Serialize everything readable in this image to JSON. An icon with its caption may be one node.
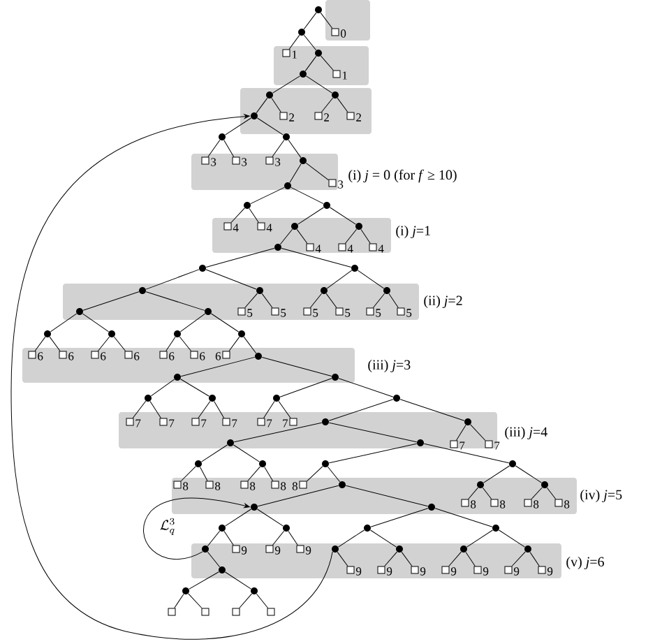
{
  "diagram": {
    "nodes": [
      {
        "text": [],
        "shape": "circle"
      },
      {
        "text": [],
        "shape": "circle"
      },
      {
        "text": [],
        "shape": "box",
        "beside": [
          "0"
        ]
      },
      {
        "text": [],
        "shape": "box",
        "beside": [
          "1"
        ]
      },
      {
        "text": [],
        "shape": "circle"
      },
      {
        "text": [],
        "shape": "circle"
      },
      {
        "text": [],
        "shape": "box",
        "beside": [
          "1"
        ]
      },
      {
        "text": [],
        "shape": "circle"
      },
      {
        "text": [],
        "shape": "circle"
      },
      {
        "text": [],
        "shape": "circle"
      },
      {
        "text": [],
        "shape": "box",
        "beside": [
          "2"
        ]
      },
      {
        "text": [],
        "shape": "box",
        "beside": [
          "2"
        ]
      },
      {
        "text": [],
        "shape": "box",
        "beside": [
          "2"
        ]
      },
      {
        "text": [],
        "shape": "circle"
      },
      {
        "text": [],
        "shape": "circle"
      },
      {
        "text": [],
        "shape": "box",
        "beside": [
          "3"
        ]
      },
      {
        "text": [],
        "shape": "box",
        "beside": [
          "3"
        ]
      },
      {
        "text": [],
        "shape": "box",
        "beside": [
          "3"
        ]
      },
      {
        "text": [],
        "shape": "circle"
      },
      {
        "text": [],
        "shape": "circle"
      },
      {
        "text": [],
        "shape": "box",
        "beside": [
          "3"
        ]
      },
      {
        "text": [],
        "shape": "circle"
      },
      {
        "text": [],
        "shape": "circle"
      },
      {
        "text": [],
        "shape": "box",
        "beside": [
          "4"
        ]
      },
      {
        "text": [],
        "shape": "box",
        "beside": [
          "4"
        ]
      },
      {
        "text": [],
        "shape": "circle"
      },
      {
        "text": [],
        "shape": "circle"
      },
      {
        "text": [],
        "shape": "circle"
      },
      {
        "text": [],
        "shape": "box",
        "beside": [
          "4"
        ]
      },
      {
        "text": [],
        "shape": "box",
        "beside": [
          "4"
        ]
      },
      {
        "text": [],
        "shape": "box",
        "beside": [
          "4"
        ]
      },
      {
        "text": [],
        "shape": "circle"
      },
      {
        "text": [],
        "shape": "circle"
      },
      {
        "text": [],
        "shape": "circle"
      },
      {
        "text": [],
        "shape": "circle"
      },
      {
        "text": [],
        "shape": "circle"
      },
      {
        "text": [],
        "shape": "circle"
      },
      {
        "text": [],
        "shape": "box",
        "beside": [
          "5"
        ]
      },
      {
        "text": [],
        "shape": "box",
        "beside": [
          "5"
        ]
      },
      {
        "text": [],
        "shape": "box",
        "beside": [
          "5"
        ]
      },
      {
        "text": [],
        "shape": "box",
        "beside": [
          "5"
        ]
      },
      {
        "text": [],
        "shape": "box",
        "beside": [
          "5"
        ]
      },
      {
        "text": [],
        "shape": "box",
        "beside": [
          "5"
        ]
      },
      {
        "text": [],
        "shape": "circle"
      },
      {
        "text": [],
        "shape": "circle"
      },
      {
        "text": [],
        "shape": "circle"
      },
      {
        "text": [],
        "shape": "circle"
      },
      {
        "text": [],
        "shape": "circle"
      },
      {
        "text": [],
        "shape": "circle"
      },
      {
        "text": [],
        "shape": "box",
        "beside": [
          "6"
        ]
      },
      {
        "text": [],
        "shape": "box",
        "beside": [
          "6"
        ]
      },
      {
        "text": [],
        "shape": "box",
        "beside": [
          "6"
        ]
      },
      {
        "text": [],
        "shape": "box",
        "beside": [
          "6"
        ]
      },
      {
        "text": [],
        "shape": "box",
        "beside": [
          "6"
        ]
      },
      {
        "text": [],
        "shape": "box",
        "beside": [
          "6"
        ]
      },
      {
        "text": [],
        "shape": "box",
        "beside": [
          "6"
        ]
      },
      {
        "text": [],
        "shape": "circle"
      },
      {
        "text": [],
        "shape": "circle"
      },
      {
        "text": [],
        "shape": "circle"
      },
      {
        "text": [],
        "shape": "circle"
      },
      {
        "text": [],
        "shape": "circle"
      },
      {
        "text": [],
        "shape": "circle"
      },
      {
        "text": [],
        "shape": "circle"
      },
      {
        "text": [],
        "shape": "box",
        "beside": [
          "7"
        ]
      },
      {
        "text": [],
        "shape": "box",
        "beside": [
          "7"
        ]
      },
      {
        "text": [],
        "shape": "box",
        "beside": [
          "7"
        ]
      },
      {
        "text": [],
        "shape": "box",
        "beside": [
          "7"
        ]
      },
      {
        "text": [],
        "shape": "box",
        "beside": [
          "7"
        ]
      },
      {
        "text": [],
        "shape": "box",
        "beside": [
          "7"
        ]
      },
      {
        "text": [],
        "shape": "circle"
      },
      {
        "text": [],
        "shape": "circle"
      },
      {
        "text": [],
        "shape": "box",
        "beside": [
          "7"
        ]
      },
      {
        "text": [],
        "shape": "box",
        "beside": [
          "7"
        ]
      },
      {
        "text": [],
        "shape": "circle"
      },
      {
        "text": [],
        "shape": "circle"
      },
      {
        "text": [],
        "shape": "circle"
      },
      {
        "text": [],
        "shape": "circle"
      },
      {
        "text": [],
        "shape": "circle"
      },
      {
        "text": [],
        "shape": "circle"
      },
      {
        "text": [],
        "shape": "box",
        "beside": [
          "8"
        ]
      },
      {
        "text": [],
        "shape": "box",
        "beside": [
          "8"
        ]
      },
      {
        "text": [],
        "shape": "box",
        "beside": [
          "8"
        ]
      },
      {
        "text": [],
        "shape": "box",
        "beside": [
          "8"
        ]
      },
      {
        "text": [],
        "shape": "box",
        "beside": [
          "8"
        ]
      },
      {
        "text": [],
        "shape": "circle"
      },
      {
        "text": [],
        "shape": "circle"
      },
      {
        "text": [],
        "shape": "circle"
      },
      {
        "text": [],
        "shape": "box",
        "beside": [
          "8"
        ]
      },
      {
        "text": [],
        "shape": "box",
        "beside": [
          "8"
        ]
      },
      {
        "text": [],
        "shape": "box",
        "beside": [
          "8"
        ]
      },
      {
        "text": [],
        "shape": "box",
        "beside": [
          "8"
        ]
      },
      {
        "text": [],
        "shape": "circle"
      },
      {
        "text": [],
        "shape": "circle"
      },
      {
        "text": [],
        "shape": "circle"
      },
      {
        "text": [],
        "shape": "circle"
      },
      {
        "text": [],
        "shape": "circle"
      },
      {
        "text": [],
        "shape": "circle"
      },
      {
        "text": [],
        "shape": "circle"
      },
      {
        "text": [],
        "shape": "box",
        "beside": [
          "9"
        ]
      },
      {
        "text": [],
        "shape": "box",
        "beside": [
          "9"
        ]
      },
      {
        "text": [],
        "shape": "box",
        "beside": [
          "9"
        ]
      },
      {
        "text": [],
        "shape": "circle"
      },
      {
        "text": [],
        "shape": "circle"
      },
      {
        "text": [],
        "shape": "circle"
      },
      {
        "text": [],
        "shape": "circle"
      },
      {
        "text": [],
        "shape": "box",
        "beside": [
          "9"
        ]
      },
      {
        "text": [],
        "shape": "box",
        "beside": [
          "9"
        ]
      },
      {
        "text": [],
        "shape": "box",
        "beside": [
          "9"
        ]
      },
      {
        "text": [],
        "shape": "box",
        "beside": [
          "9"
        ]
      },
      {
        "text": [],
        "shape": "box",
        "beside": [
          "9"
        ]
      },
      {
        "text": [],
        "shape": "box",
        "beside": [
          "9"
        ]
      },
      {
        "text": [],
        "shape": "box",
        "beside": [
          "9"
        ]
      },
      {
        "text": [],
        "shape": "circle"
      },
      {
        "text": [],
        "shape": "circle"
      },
      {
        "text": [],
        "shape": "circle"
      },
      {
        "text": [],
        "shape": "box"
      },
      {
        "text": [],
        "shape": "box"
      },
      {
        "text": [],
        "shape": "box"
      },
      {
        "text": [],
        "shape": "box"
      }
    ],
    "edges": [
      {
        "from": 0,
        "to": 1,
        "arrow": "none"
      },
      {
        "from": 0,
        "to": 2,
        "arrow": "none"
      },
      {
        "from": 1,
        "to": 3,
        "arrow": "none"
      },
      {
        "from": 1,
        "to": 4,
        "arrow": "none"
      },
      {
        "from": 4,
        "to": 5,
        "arrow": "none"
      },
      {
        "from": 4,
        "to": 6,
        "arrow": "none"
      },
      {
        "from": 5,
        "to": 7,
        "arrow": "none"
      },
      {
        "from": 5,
        "to": 8,
        "arrow": "none"
      },
      {
        "from": 7,
        "to": 9,
        "arrow": "none"
      },
      {
        "from": 7,
        "to": 10,
        "arrow": "none"
      },
      {
        "from": 8,
        "to": 11,
        "arrow": "none"
      },
      {
        "from": 8,
        "to": 12,
        "arrow": "none"
      },
      {
        "from": 9,
        "to": 13,
        "arrow": "none"
      },
      {
        "from": 9,
        "to": 14,
        "arrow": "none"
      },
      {
        "from": 13,
        "to": 15,
        "arrow": "none"
      },
      {
        "from": 13,
        "to": 16,
        "arrow": "none"
      },
      {
        "from": 14,
        "to": 17,
        "arrow": "none"
      },
      {
        "from": 14,
        "to": 18,
        "arrow": "none"
      },
      {
        "from": 18,
        "to": 19,
        "arrow": "none"
      },
      {
        "from": 18,
        "to": 20,
        "arrow": "none"
      },
      {
        "from": 19,
        "to": 21,
        "arrow": "none"
      },
      {
        "from": 19,
        "to": 22,
        "arrow": "none"
      },
      {
        "from": 21,
        "to": 23,
        "arrow": "none"
      },
      {
        "from": 21,
        "to": 24,
        "arrow": "none"
      },
      {
        "from": 22,
        "to": 25,
        "arrow": "none"
      },
      {
        "from": 22,
        "to": 26,
        "arrow": "none"
      },
      {
        "from": 25,
        "to": 27,
        "arrow": "none"
      },
      {
        "from": 25,
        "to": 28,
        "arrow": "none"
      },
      {
        "from": 26,
        "to": 29,
        "arrow": "none"
      },
      {
        "from": 26,
        "to": 30,
        "arrow": "none"
      },
      {
        "from": 27,
        "to": 31,
        "arrow": "none"
      },
      {
        "from": 27,
        "to": 32,
        "arrow": "none"
      },
      {
        "from": 31,
        "to": 33,
        "arrow": "none"
      },
      {
        "from": 31,
        "to": 34,
        "arrow": "none"
      },
      {
        "from": 32,
        "to": 35,
        "arrow": "none"
      },
      {
        "from": 32,
        "to": 36,
        "arrow": "none"
      },
      {
        "from": 34,
        "to": 37,
        "arrow": "none"
      },
      {
        "from": 34,
        "to": 38,
        "arrow": "none"
      },
      {
        "from": 35,
        "to": 39,
        "arrow": "none"
      },
      {
        "from": 35,
        "to": 40,
        "arrow": "none"
      },
      {
        "from": 36,
        "to": 41,
        "arrow": "none"
      },
      {
        "from": 36,
        "to": 42,
        "arrow": "none"
      },
      {
        "from": 33,
        "to": 43,
        "arrow": "none"
      },
      {
        "from": 33,
        "to": 44,
        "arrow": "none"
      },
      {
        "from": 43,
        "to": 45,
        "arrow": "none"
      },
      {
        "from": 43,
        "to": 46,
        "arrow": "none"
      },
      {
        "from": 44,
        "to": 47,
        "arrow": "none"
      },
      {
        "from": 44,
        "to": 48,
        "arrow": "none"
      },
      {
        "from": 45,
        "to": 49,
        "arrow": "none"
      },
      {
        "from": 45,
        "to": 50,
        "arrow": "none"
      },
      {
        "from": 46,
        "to": 51,
        "arrow": "none"
      },
      {
        "from": 46,
        "to": 52,
        "arrow": "none"
      },
      {
        "from": 47,
        "to": 53,
        "arrow": "none"
      },
      {
        "from": 47,
        "to": 54,
        "arrow": "none"
      },
      {
        "from": 48,
        "to": 55,
        "arrow": "none"
      },
      {
        "from": 48,
        "to": 56,
        "arrow": "none"
      },
      {
        "from": 56,
        "to": 57,
        "arrow": "none"
      },
      {
        "from": 56,
        "to": 58,
        "arrow": "none"
      },
      {
        "from": 57,
        "to": 59,
        "arrow": "none"
      },
      {
        "from": 57,
        "to": 60,
        "arrow": "none"
      },
      {
        "from": 58,
        "to": 61,
        "arrow": "none"
      },
      {
        "from": 58,
        "to": 62,
        "arrow": "none"
      },
      {
        "from": 59,
        "to": 63,
        "arrow": "none"
      },
      {
        "from": 59,
        "to": 64,
        "arrow": "none"
      },
      {
        "from": 60,
        "to": 65,
        "arrow": "none"
      },
      {
        "from": 60,
        "to": 66,
        "arrow": "none"
      },
      {
        "from": 61,
        "to": 67,
        "arrow": "none"
      },
      {
        "from": 61,
        "to": 68,
        "arrow": "none"
      },
      {
        "from": 62,
        "to": 69,
        "arrow": "none"
      },
      {
        "from": 62,
        "to": 70,
        "arrow": "none"
      },
      {
        "from": 70,
        "to": 71,
        "arrow": "none"
      },
      {
        "from": 70,
        "to": 72,
        "arrow": "none"
      },
      {
        "from": 69,
        "to": 73,
        "arrow": "none"
      },
      {
        "from": 69,
        "to": 74,
        "arrow": "none"
      },
      {
        "from": 73,
        "to": 75,
        "arrow": "none"
      },
      {
        "from": 73,
        "to": 76,
        "arrow": "none"
      },
      {
        "from": 74,
        "to": 77,
        "arrow": "none"
      },
      {
        "from": 74,
        "to": 78,
        "arrow": "none"
      },
      {
        "from": 75,
        "to": 79,
        "arrow": "none"
      },
      {
        "from": 75,
        "to": 80,
        "arrow": "none"
      },
      {
        "from": 76,
        "to": 81,
        "arrow": "none"
      },
      {
        "from": 76,
        "to": 82,
        "arrow": "none"
      },
      {
        "from": 77,
        "to": 83,
        "arrow": "none"
      },
      {
        "from": 77,
        "to": 84,
        "arrow": "none"
      },
      {
        "from": 78,
        "to": 85,
        "arrow": "none"
      },
      {
        "from": 78,
        "to": 86,
        "arrow": "none"
      },
      {
        "from": 85,
        "to": 87,
        "arrow": "none"
      },
      {
        "from": 85,
        "to": 88,
        "arrow": "none"
      },
      {
        "from": 86,
        "to": 89,
        "arrow": "none"
      },
      {
        "from": 86,
        "to": 90,
        "arrow": "none"
      },
      {
        "from": 84,
        "to": 91,
        "arrow": "none"
      },
      {
        "from": 84,
        "to": 92,
        "arrow": "none"
      },
      {
        "from": 91,
        "to": 93,
        "arrow": "none"
      },
      {
        "from": 91,
        "to": 94,
        "arrow": "none"
      },
      {
        "from": 92,
        "to": 95,
        "arrow": "none"
      },
      {
        "from": 92,
        "to": 96,
        "arrow": "none"
      },
      {
        "from": 93,
        "to": 97,
        "arrow": "none"
      },
      {
        "from": 93,
        "to": 98,
        "arrow": "none"
      },
      {
        "from": 94,
        "to": 99,
        "arrow": "none"
      },
      {
        "from": 94,
        "to": 100,
        "arrow": "none"
      },
      {
        "from": 95,
        "to": 101,
        "arrow": "none"
      },
      {
        "from": 95,
        "to": 102,
        "arrow": "none"
      },
      {
        "from": 96,
        "to": 103,
        "arrow": "none"
      },
      {
        "from": 96,
        "to": 104,
        "arrow": "none"
      },
      {
        "from": 101,
        "to": 105,
        "arrow": "none"
      },
      {
        "from": 102,
        "to": 106,
        "arrow": "none"
      },
      {
        "from": 102,
        "to": 107,
        "arrow": "none"
      },
      {
        "from": 103,
        "to": 108,
        "arrow": "none"
      },
      {
        "from": 103,
        "to": 109,
        "arrow": "none"
      },
      {
        "from": 104,
        "to": 110,
        "arrow": "none"
      },
      {
        "from": 104,
        "to": 111,
        "arrow": "none"
      },
      {
        "from": 97,
        "to": 112,
        "arrow": "none"
      },
      {
        "from": 112,
        "to": 113,
        "arrow": "none"
      },
      {
        "from": 112,
        "to": 114,
        "arrow": "none"
      },
      {
        "from": 113,
        "to": 115,
        "arrow": "none"
      },
      {
        "from": 113,
        "to": 116,
        "arrow": "none"
      },
      {
        "from": 114,
        "to": 117,
        "arrow": "none"
      },
      {
        "from": 114,
        "to": 118,
        "arrow": "none"
      },
      {
        "from": 97,
        "to": 91,
        "arrow": "to",
        "label": "\\mathcal{L}_q^3"
      },
      {
        "from": 101,
        "to": 9,
        "arrow": "to"
      }
    ],
    "labels": [
      "(i) *j* = 0 (for *f* ≥ 10)",
      "(i) *j*=1",
      "(ii) *j*=2",
      "(iii) *j*=3",
      "(iii) *j*=4",
      "(iv) *j*=5",
      "(v) *j*=6"
    ]
  }
}
